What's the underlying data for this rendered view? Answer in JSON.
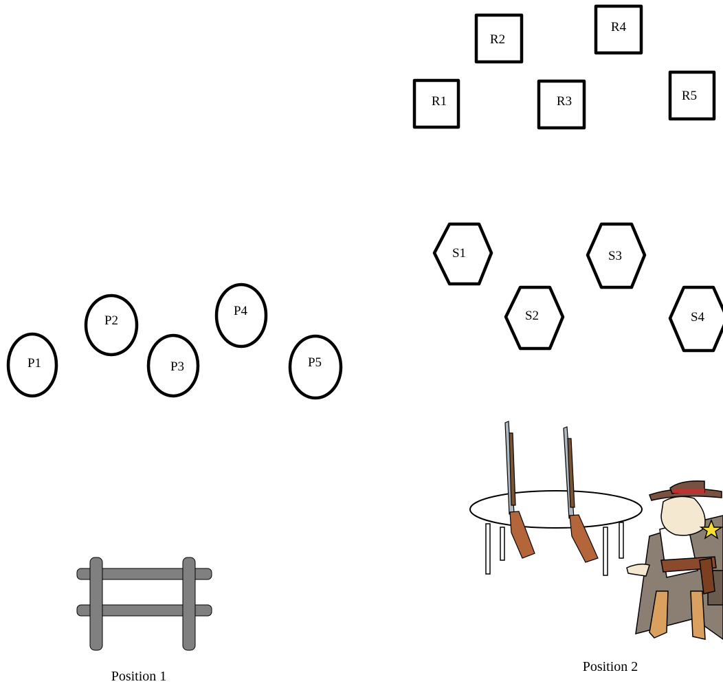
{
  "squares": [
    "R1",
    "R2",
    "R3",
    "R4",
    "R5"
  ],
  "hexagons": [
    "S1",
    "S2",
    "S3",
    "S4"
  ],
  "circles": [
    "P1",
    "P2",
    "P3",
    "P4",
    "P5"
  ],
  "captions": {
    "position1": "Position 1",
    "position2": "Position 2"
  },
  "icons": {
    "fence": "fence-icon",
    "table": "table-with-rifles-icon",
    "sheriff": "sheriff-cowboy-icon"
  },
  "colors": {
    "stroke": "#000000",
    "fence": "#808080",
    "rifle_stock": "#b5653a",
    "coat": "#8a7f72",
    "hat": "#7a5040",
    "star": "#f5e030"
  }
}
